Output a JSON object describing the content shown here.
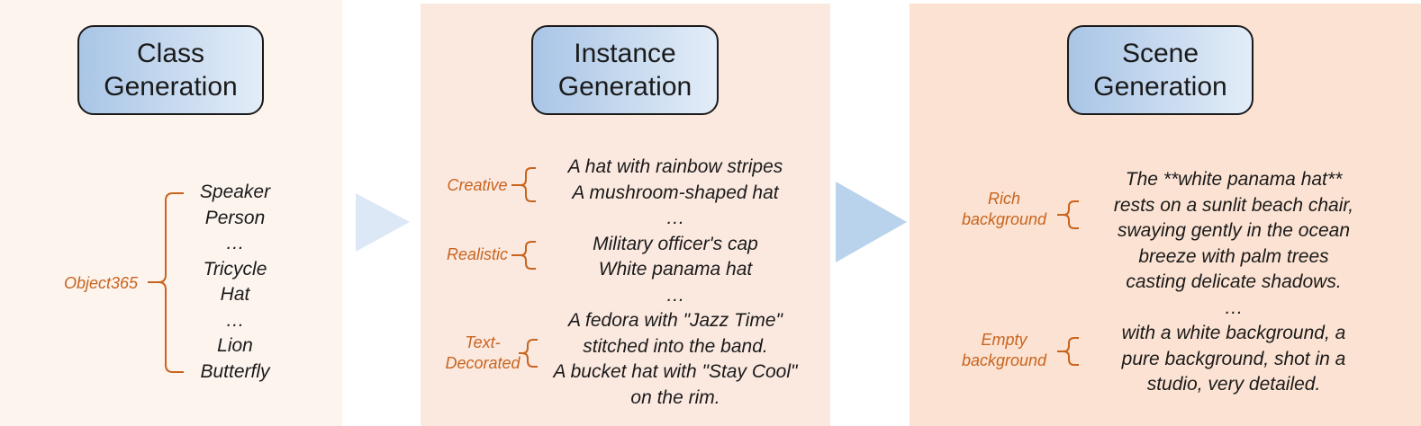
{
  "colors": {
    "bracket": "#c8641e",
    "arrow": "#b9d3ec",
    "arrow_light": "#dce8f5"
  },
  "class_panel": {
    "title_line1": "Class",
    "title_line2": "Generation",
    "source_label": "Object365",
    "items": [
      "Speaker",
      "Person",
      "…",
      "Tricycle",
      "Hat",
      "…",
      "Lion",
      "Butterfly"
    ]
  },
  "instance_panel": {
    "title_line1": "Instance",
    "title_line2": "Generation",
    "groups": [
      {
        "label": "Creative",
        "items": [
          "A hat with rainbow stripes",
          "A mushroom-shaped hat"
        ]
      },
      {
        "label": "Realistic",
        "items": [
          "Military officer's cap",
          "White panama hat"
        ]
      },
      {
        "label_line1": "Text-",
        "label_line2": "Decorated",
        "items": [
          "A fedora with \"Jazz Time\"",
          "stitched into the band.",
          "A bucket hat with \"Stay Cool\"",
          "on the rim."
        ]
      }
    ],
    "ellipsis": "…"
  },
  "scene_panel": {
    "title_line1": "Scene",
    "title_line2": "Generation",
    "groups": [
      {
        "label_line1": "Rich",
        "label_line2": "background",
        "lines": [
          "The **white panama hat**",
          "rests on a sunlit beach chair,",
          "swaying gently in the ocean",
          "breeze with palm trees",
          "casting delicate shadows."
        ]
      },
      {
        "label_line1": "Empty",
        "label_line2": "background",
        "lines": [
          "with a white background, a",
          "pure background, shot in a",
          "studio, very detailed."
        ]
      }
    ],
    "ellipsis": "…"
  }
}
